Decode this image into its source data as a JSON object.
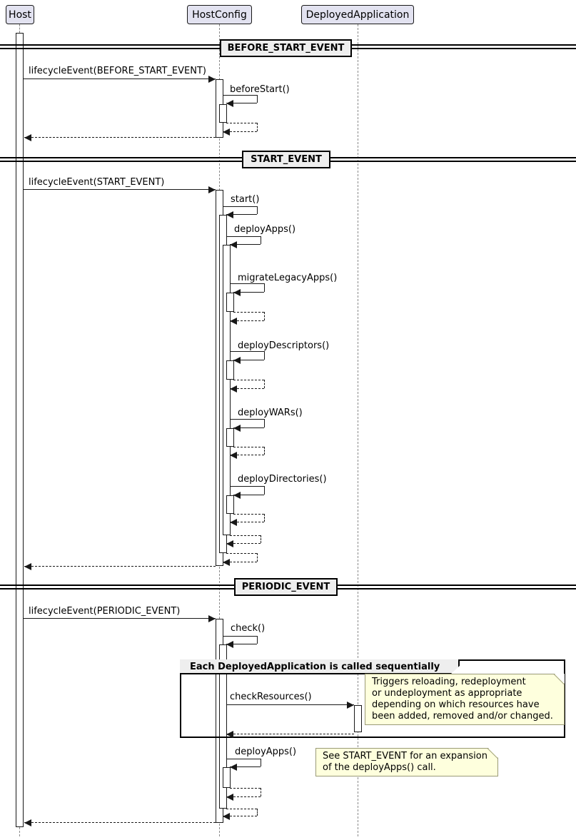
{
  "participants": [
    {
      "name": "Host"
    },
    {
      "name": "HostConfig"
    },
    {
      "name": "DeployedApplication"
    }
  ],
  "dividers": [
    {
      "label": "BEFORE_START_EVENT"
    },
    {
      "label": "START_EVENT"
    },
    {
      "label": "PERIODIC_EVENT"
    }
  ],
  "messages": {
    "lifecycle_before": "lifecycleEvent(BEFORE_START_EVENT)",
    "before_start": "beforeStart()",
    "lifecycle_start": "lifecycleEvent(START_EVENT)",
    "start": "start()",
    "deploy_apps": "deployApps()",
    "migrate_legacy_apps": "migrateLegacyApps()",
    "deploy_descriptors": "deployDescriptors()",
    "deploy_wars": "deployWARs()",
    "deploy_directories": "deployDirectories()",
    "lifecycle_periodic": "lifecycleEvent(PERIODIC_EVENT)",
    "check": "check()",
    "check_resources": "checkResources()",
    "deploy_apps_periodic": "deployApps()"
  },
  "group": {
    "title": "Each DeployedApplication is called sequentially"
  },
  "notes": {
    "check_resources_note": "Triggers reloading, redeployment\nor undeployment as appropriate\ndepending on which resources have\nbeen added, removed and/or changed.",
    "deploy_apps_note": "See START_EVENT for an expansion\nof the deployApps() call."
  },
  "colors": {
    "participant_fill": "#E2E2F0",
    "participant_border": "#181818",
    "divider_fill": "#EEEEEE",
    "note_fill": "#FEFFDD",
    "note_border": "#9A9A77",
    "line": "#181818",
    "lifeline": "#8A8A8A",
    "background": "#FFFFFF"
  }
}
